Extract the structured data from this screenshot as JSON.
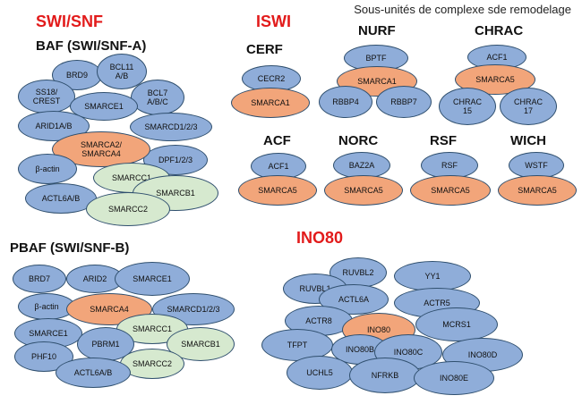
{
  "diagram_title": "Sous-unités de complexe sde remodelage",
  "families": {
    "swisnf": "SWI/SNF",
    "iswi": "ISWI",
    "ino80": "INO80"
  },
  "complexes": {
    "baf": "BAF (SWI/SNF-A)",
    "pbaf": "PBAF (SWI/SNF-B)",
    "cerf": "CERF",
    "nurf": "NURF",
    "chrac": "CHRAC",
    "acf": "ACF",
    "norc": "NORC",
    "rsf": "RSF",
    "wich": "WICH"
  },
  "nodes": {
    "baf": {
      "brd9": "BRD9",
      "bcl11": "BCL11\nA/B",
      "ss18": "SS18/\nCREST",
      "bcl7": "BCL7\nA/B/C",
      "smarce1": "SMARCE1",
      "arid1": "ARID1A/B",
      "smarcd": "SMARCD1/2/3",
      "smarca24": "SMARCA2/\nSMARCA4",
      "dpf": "DPF1/2/3",
      "bactin": "β-actin",
      "smarcc1": "SMARCC1",
      "smarcb1": "SMARCB1",
      "actl6": "ACTL6A/B",
      "smarcc2": "SMARCC2"
    },
    "pbaf": {
      "brd7": "BRD7",
      "arid2": "ARID2",
      "smarce1_top": "SMARCE1",
      "bactin": "β-actin",
      "smarca4": "SMARCA4",
      "smarcd": "SMARCD1/2/3",
      "smarce1": "SMARCE1",
      "smarcc1": "SMARCC1",
      "pbrm1": "PBRM1",
      "smarcb1": "SMARCB1",
      "phf10": "PHF10",
      "actl6": "ACTL6A/B",
      "smarcc2": "SMARCC2"
    },
    "cerf": {
      "cecr2": "CECR2",
      "smarca1": "SMARCA1"
    },
    "nurf": {
      "bptf": "BPTF",
      "smarca1": "SMARCA1",
      "rbbp4": "RBBP4",
      "rbbp7": "RBBP7"
    },
    "chrac": {
      "acf1": "ACF1",
      "smarca5": "SMARCA5",
      "chrac15": "CHRAC\n15",
      "chrac17": "CHRAC\n17"
    },
    "acf": {
      "acf1": "ACF1",
      "smarca5": "SMARCA5"
    },
    "norc": {
      "baz2a": "BAZ2A",
      "smarca5": "SMARCA5"
    },
    "rsf": {
      "rsf": "RSF",
      "smarca5": "SMARCA5"
    },
    "wich": {
      "wstf": "WSTF",
      "smarca5": "SMARCA5"
    },
    "ino80": {
      "ruvbl2": "RUVBL2",
      "yy1": "YY1",
      "ruvbl1": "RUVBL1",
      "actl6a": "ACTL6A",
      "actr5": "ACTR5",
      "actr8": "ACTR8",
      "ino80": "INO80",
      "mcrs1": "MCRS1",
      "tfpt": "TFPT",
      "ino80b": "INO80B",
      "ino80c": "INO80C",
      "ino80d": "INO80D",
      "uchl5": "UCHL5",
      "nfrkb": "NFRKB",
      "ino80e": "INO80E"
    }
  },
  "colors": {
    "blue": "#8fadd9",
    "orange": "#f2a57a",
    "green": "#d6e9cf",
    "family_red": "#e21b1b"
  }
}
